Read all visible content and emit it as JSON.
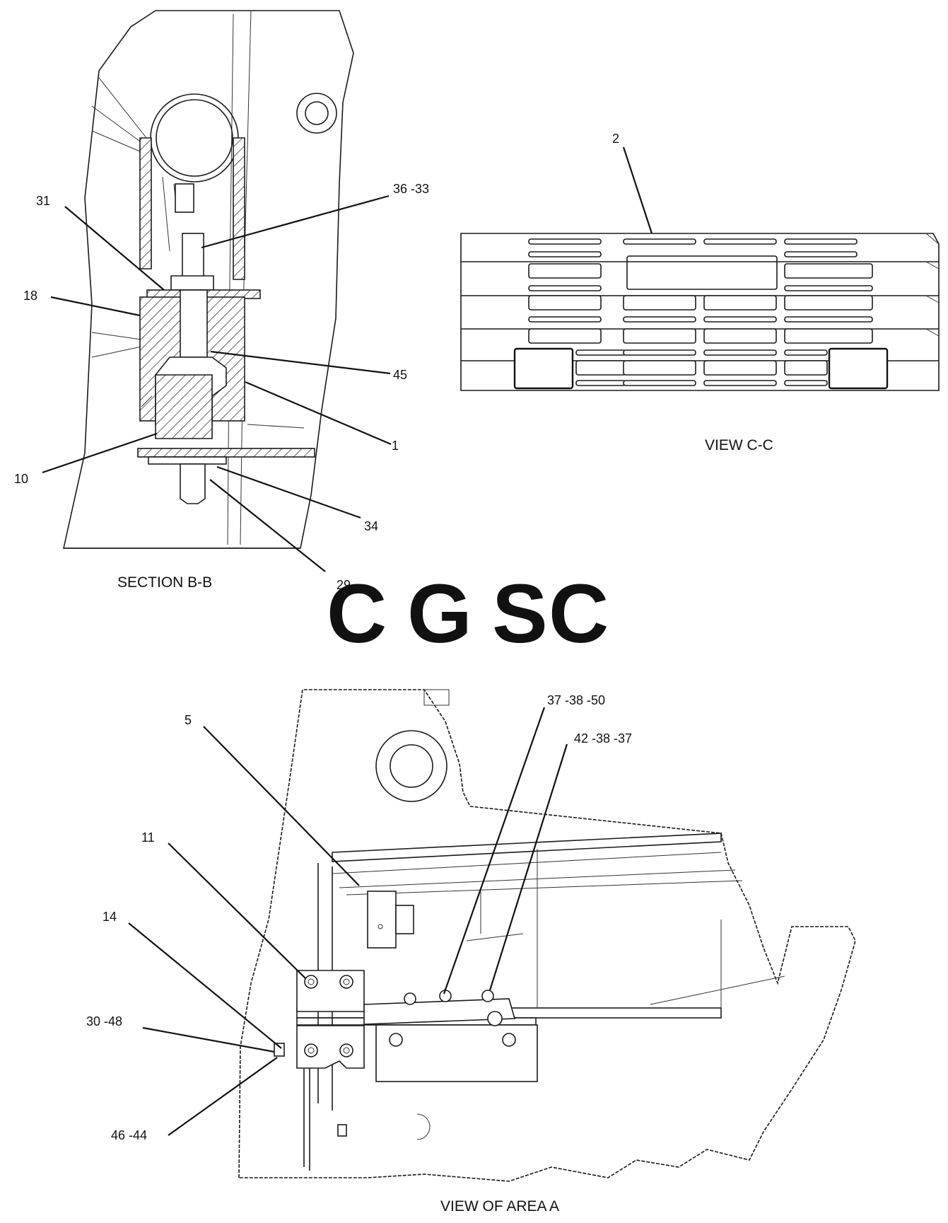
{
  "section_bb": {
    "caption": "SECTION B-B",
    "callouts": [
      "31",
      "36 -33",
      "18",
      "45",
      "1",
      "10",
      "34",
      "29"
    ]
  },
  "view_cc": {
    "caption": "VIEW C-C",
    "callouts": [
      "2"
    ]
  },
  "view_area_a": {
    "caption": "VIEW OF AREA A",
    "callouts": [
      "5",
      "37 -38 -50",
      "42 -38 -37",
      "11",
      "14",
      "30 -48",
      "46 -44"
    ]
  },
  "watermark": {
    "letters": [
      "C",
      "G",
      "S",
      "C"
    ],
    "colors": [
      "#7ab0f5",
      "#f2948c",
      "#f9d56e",
      "#7dc3a0"
    ]
  }
}
